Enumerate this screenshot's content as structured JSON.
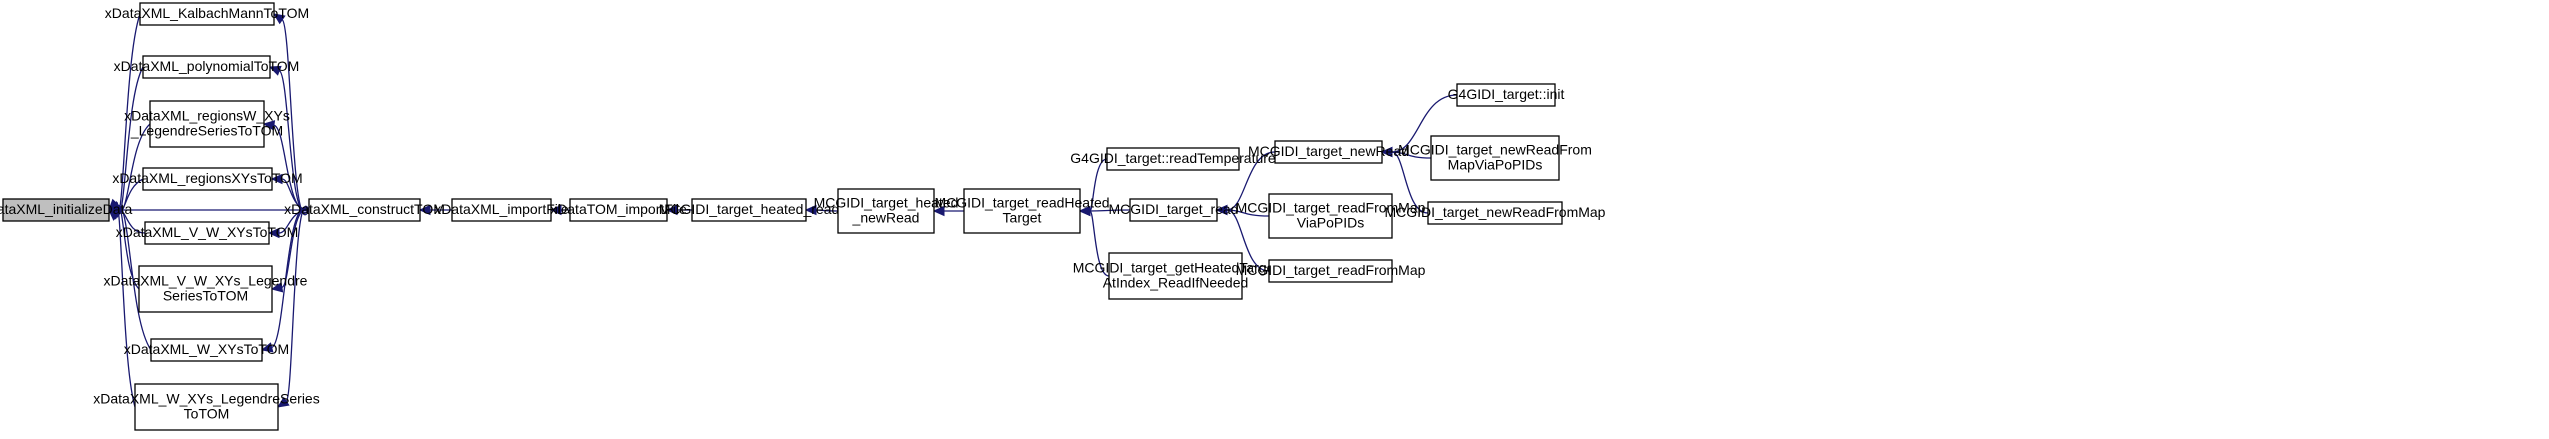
{
  "nodes": [
    {
      "id": "initializeData",
      "lines": [
        "xDataXML_initializeData"
      ],
      "root": true
    },
    {
      "id": "kalbach",
      "lines": [
        "xDataXML_KalbachMannToTOM"
      ]
    },
    {
      "id": "polynomial",
      "lines": [
        "xDataXML_polynomialToTOM"
      ]
    },
    {
      "id": "regionsW",
      "lines": [
        "xDataXML_regionsW_XYs",
        "_LegendreSeriesToTOM"
      ]
    },
    {
      "id": "regionsXYs",
      "lines": [
        "xDataXML_regionsXYsToTOM"
      ]
    },
    {
      "id": "vwxys",
      "lines": [
        "xDataXML_V_W_XYsToTOM"
      ]
    },
    {
      "id": "vwxysLeg",
      "lines": [
        "xDataXML_V_W_XYs_Legendre",
        "SeriesToTOM"
      ]
    },
    {
      "id": "wxys",
      "lines": [
        "xDataXML_W_XYsToTOM"
      ]
    },
    {
      "id": "wxysLeg",
      "lines": [
        "xDataXML_W_XYs_LegendreSeries",
        "ToTOM"
      ]
    },
    {
      "id": "constructTOM",
      "lines": [
        "xDataXML_constructTOM"
      ]
    },
    {
      "id": "xmlImportFile",
      "lines": [
        "xDataXML_importFile"
      ]
    },
    {
      "id": "tomImportFile",
      "lines": [
        "xDataTOM_importFile"
      ]
    },
    {
      "id": "heatedRead",
      "lines": [
        "MCGIDI_target_heated_read"
      ]
    },
    {
      "id": "heatedNewRead",
      "lines": [
        "MCGIDI_target_heated",
        "_newRead"
      ]
    },
    {
      "id": "readHeated",
      "lines": [
        "MCGIDI_target_readHeated",
        "Target"
      ]
    },
    {
      "id": "readTemperature",
      "lines": [
        "G4GIDI_target::readTemperature"
      ]
    },
    {
      "id": "targetRead",
      "lines": [
        "MCGIDI_target_read"
      ]
    },
    {
      "id": "getHeated",
      "lines": [
        "MCGIDI_target_getHeatedTarget",
        "AtIndex_ReadIfNeeded"
      ]
    },
    {
      "id": "newRead",
      "lines": [
        "MCGIDI_target_newRead"
      ]
    },
    {
      "id": "readFromMapVia",
      "lines": [
        "MCGIDI_target_readFromMap",
        "ViaPoPIDs"
      ]
    },
    {
      "id": "readFromMap",
      "lines": [
        "MCGIDI_target_readFromMap"
      ]
    },
    {
      "id": "g4init",
      "lines": [
        "G4GIDI_target::init"
      ]
    },
    {
      "id": "newReadFromMapVia",
      "lines": [
        "MCGIDI_target_newReadFrom",
        "MapViaPoPIDs"
      ]
    },
    {
      "id": "newReadFromMap",
      "lines": [
        "MCGIDI_target_newReadFromMap"
      ]
    }
  ],
  "edges": [
    {
      "from": "kalbach",
      "to": "initializeData"
    },
    {
      "from": "polynomial",
      "to": "initializeData"
    },
    {
      "from": "regionsW",
      "to": "initializeData"
    },
    {
      "from": "regionsXYs",
      "to": "initializeData"
    },
    {
      "from": "vwxys",
      "to": "initializeData"
    },
    {
      "from": "vwxysLeg",
      "to": "initializeData"
    },
    {
      "from": "wxys",
      "to": "initializeData"
    },
    {
      "from": "wxysLeg",
      "to": "initializeData"
    },
    {
      "from": "constructTOM",
      "to": "initializeData"
    },
    {
      "from": "constructTOM",
      "to": "kalbach"
    },
    {
      "from": "constructTOM",
      "to": "polynomial"
    },
    {
      "from": "constructTOM",
      "to": "regionsW"
    },
    {
      "from": "constructTOM",
      "to": "regionsXYs"
    },
    {
      "from": "constructTOM",
      "to": "vwxys"
    },
    {
      "from": "constructTOM",
      "to": "vwxysLeg"
    },
    {
      "from": "constructTOM",
      "to": "wxys"
    },
    {
      "from": "constructTOM",
      "to": "wxysLeg"
    },
    {
      "from": "xmlImportFile",
      "to": "constructTOM"
    },
    {
      "from": "tomImportFile",
      "to": "xmlImportFile"
    },
    {
      "from": "heatedRead",
      "to": "tomImportFile"
    },
    {
      "from": "heatedNewRead",
      "to": "heatedRead"
    },
    {
      "from": "readHeated",
      "to": "heatedNewRead"
    },
    {
      "from": "readTemperature",
      "to": "readHeated"
    },
    {
      "from": "targetRead",
      "to": "readHeated"
    },
    {
      "from": "getHeated",
      "to": "readHeated"
    },
    {
      "from": "newRead",
      "to": "targetRead"
    },
    {
      "from": "readFromMapVia",
      "to": "targetRead"
    },
    {
      "from": "readFromMap",
      "to": "targetRead"
    },
    {
      "from": "g4init",
      "to": "newRead"
    },
    {
      "from": "newReadFromMapVia",
      "to": "newRead"
    },
    {
      "from": "newReadFromMap",
      "to": "newRead"
    }
  ],
  "colors": {
    "edge": "#191970",
    "root_fill": "#bfbfbf",
    "node_fill": "#ffffff",
    "border": "#000000"
  }
}
